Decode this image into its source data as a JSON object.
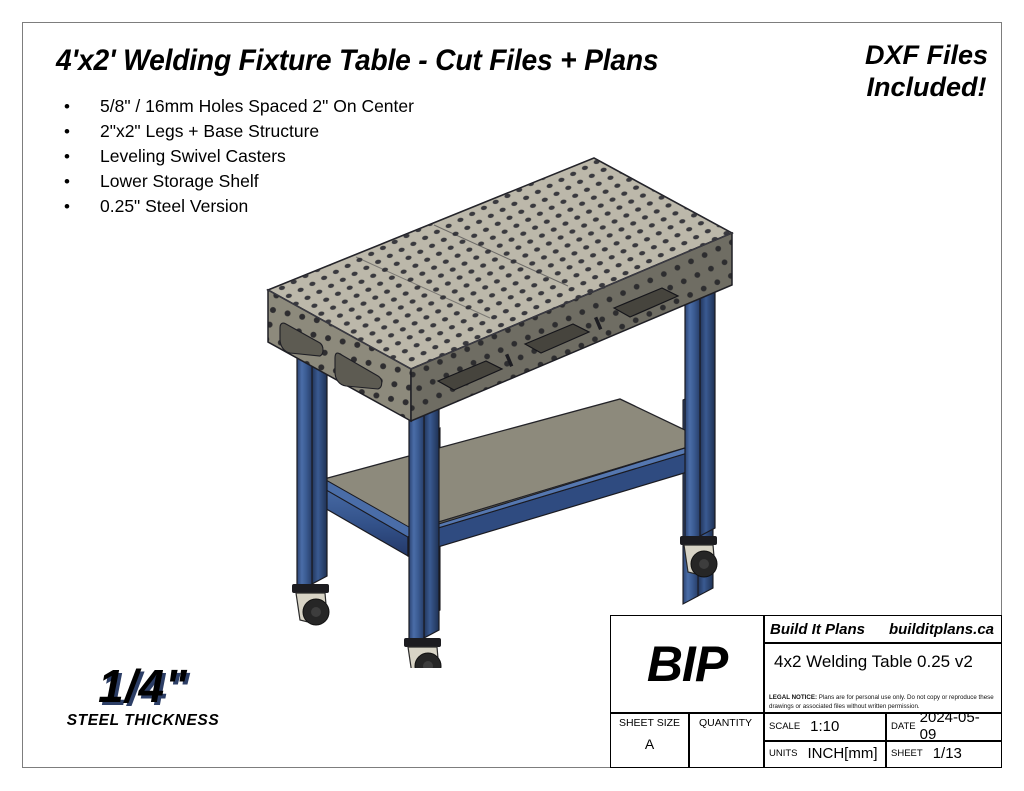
{
  "sheet": {
    "title": "4'x2' Welding Fixture Table - Cut Files + Plans",
    "dxf_banner_line1": "DXF Files",
    "dxf_banner_line2": "Included!",
    "features": [
      "5/8\" / 16mm Holes Spaced 2\" On Center",
      "2\"x2\" Legs + Base Structure",
      "Leveling Swivel Casters",
      "Lower Storage Shelf",
      "0.25\" Steel Version"
    ],
    "bullet_glyph": "•"
  },
  "thickness_callout": {
    "value": "1/4\"",
    "label": "STEEL THICKNESS"
  },
  "title_block": {
    "logo": "BIP",
    "brand_name": "Build It Plans",
    "brand_site": "builditplans.ca",
    "drawing_title": "4x2 Welding Table 0.25 v2",
    "legal_notice_head": "LEGAL NOTICE:",
    "legal_notice_body": " Plans are for personal use only. Do not copy or reproduce these drawings or associated files without written permission.",
    "sheet_size_label": "SHEET SIZE",
    "sheet_size_value": "A",
    "quantity_label": "QUANTITY",
    "quantity_value": "",
    "scale_label": "SCALE",
    "scale_value": "1:10",
    "date_label": "DATE",
    "date_value": "2024-05-09",
    "units_label": "UNITS",
    "units_value": "INCH[mm]",
    "sheet_label": "SHEET",
    "sheet_value": "1/13"
  },
  "model": {
    "description": "Isometric 3D render of a 4x2 welding fixture table with perforated steel top, blue square-tube legs, lower storage shelf and swivel casters",
    "colors": {
      "top_surface": "#b9b5a6",
      "top_surface_shade": "#9a9687",
      "skirt_face_front": "#6f6d63",
      "skirt_face_side": "#8d8a7c",
      "leg_blue": "#3a5a91",
      "leg_blue_dark": "#2b4372",
      "leg_blue_light": "#4a6da8",
      "shelf_top": "#8d8a7c",
      "shelf_edge": "#6e6c60",
      "caster_body": "#d8d4c6",
      "caster_wheel": "#2a2a2a",
      "outline": "#1a1a20"
    }
  }
}
